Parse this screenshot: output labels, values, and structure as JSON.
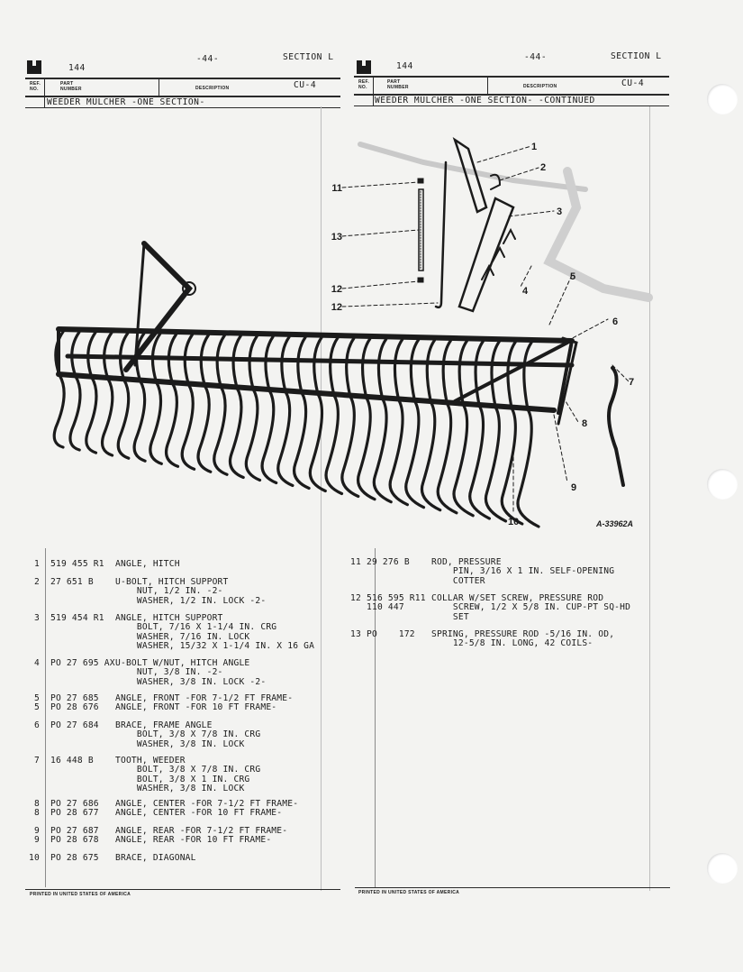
{
  "header": {
    "page_num": "-44-",
    "section": "SECTION  L",
    "code": "144",
    "cu": "CU-4",
    "col_ref": "REF.\nNO.",
    "col_part": "PART\nNUMBER",
    "col_desc": "DESCRIPTION"
  },
  "titles": {
    "left": "WEEDER MULCHER -ONE SECTION-",
    "right": "WEEDER MULCHER -ONE SECTION- -CONTINUED"
  },
  "figure": {
    "label": "A-33962A",
    "callouts": [
      "1",
      "2",
      "3",
      "4",
      "5",
      "6",
      "7",
      "8",
      "9",
      "10",
      "11",
      "12",
      "13",
      "12"
    ]
  },
  "parts_left": [
    {
      "ref": "1",
      "part": "519 455 R1",
      "desc": "ANGLE, HITCH"
    },
    {
      "ref": "2",
      "part": "27 651 B",
      "desc": "U-BOLT, HITCH SUPPORT\n    NUT, 1/2 IN. -2-\n    WASHER, 1/2 IN. LOCK -2-"
    },
    {
      "ref": "3",
      "part": "519 454 R1",
      "desc": "ANGLE, HITCH SUPPORT\n    BOLT, 7/16 X 1-1/4 IN. CRG\n    WASHER, 7/16 IN. LOCK\n    WASHER, 15/32 X 1-1/4 IN. X 16 GA"
    },
    {
      "ref": "4",
      "part": "PO 27 695 AX",
      "desc": "U-BOLT W/NUT, HITCH ANGLE\n    NUT, 3/8 IN. -2-\n    WASHER, 3/8 IN. LOCK -2-"
    },
    {
      "ref": "5\n5",
      "part": "PO 27 685\nPO 28 676",
      "desc": "ANGLE, FRONT -FOR 7-1/2 FT FRAME-\nANGLE, FRONT -FOR 10 FT FRAME-"
    },
    {
      "ref": "6",
      "part": "PO 27 684",
      "desc": "BRACE, FRAME ANGLE\n    BOLT, 3/8 X 7/8 IN. CRG\n    WASHER, 3/8 IN. LOCK"
    },
    {
      "ref": "7",
      "part": "16 448 B",
      "desc": "TOOTH, WEEDER\n    BOLT, 3/8 X 7/8 IN. CRG\n    BOLT, 3/8 X 1 IN. CRG\n    WASHER, 3/8 IN. LOCK"
    },
    {
      "ref": "8\n8",
      "part": "PO 27 686\nPO 28 677",
      "desc": "ANGLE, CENTER -FOR 7-1/2 FT FRAME-\nANGLE, CENTER -FOR 10 FT FRAME-"
    },
    {
      "ref": "9\n9",
      "part": "PO 27 687\nPO 28 678",
      "desc": "ANGLE, REAR -FOR 7-1/2 FT FRAME-\nANGLE, REAR -FOR 10 FT FRAME-"
    },
    {
      "ref": "10",
      "part": "PO 28 675",
      "desc": "BRACE, DIAGONAL"
    }
  ],
  "parts_right": [
    {
      "ref": "11",
      "part": "29 276 B",
      "desc": "ROD, PRESSURE\n    PIN, 3/16 X 1 IN. SELF-OPENING\n    COTTER"
    },
    {
      "ref": "12",
      "part": "516 595 R11\n110 447",
      "desc": "COLLAR W/SET SCREW, PRESSURE ROD\n    SCREW, 1/2 X 5/8 IN. CUP-PT SQ-HD\n    SET"
    },
    {
      "ref": "13",
      "part": "PO    172",
      "desc": "SPRING, PRESSURE ROD -5/16 IN. OD,\n    12-5/8 IN. LONG, 42 COILS-"
    }
  ],
  "footer": {
    "printed": "PRINTED IN UNITED STATES OF AMERICA"
  }
}
